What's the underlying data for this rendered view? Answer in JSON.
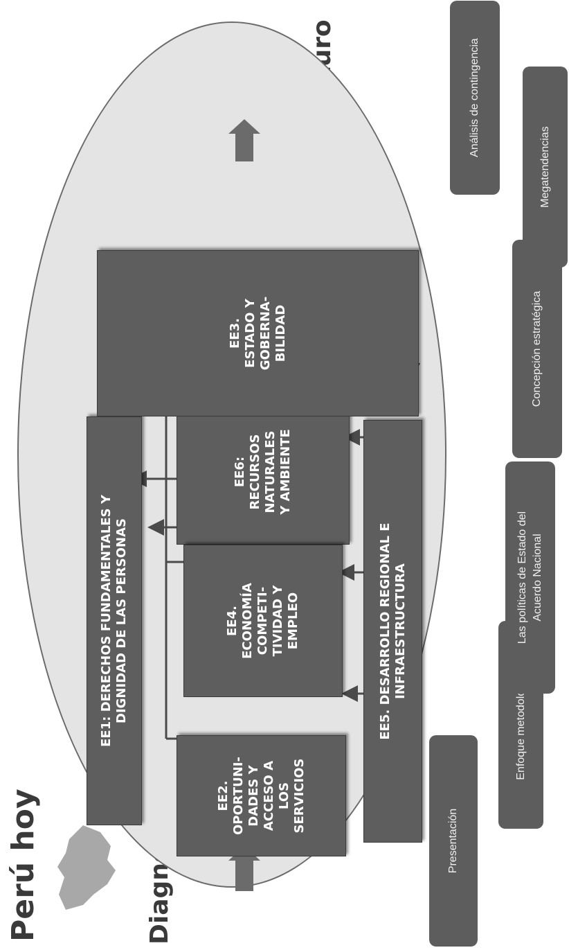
{
  "left": {
    "title": "Perú hoy",
    "subtitle": "Diagnóstico"
  },
  "right": {
    "title": "Perú 2021",
    "subtitle": "Visión de Futuro"
  },
  "boxes": {
    "ee1": "EE1: DERECHOS FUNDAMENTALES Y\nDIGNIDAD DE LAS PERSONAS",
    "ee2": "EE2.\nOPORTUNI-\nDADES Y\nACCESO A\nLOS\nSERVICIOS",
    "ee3": "EE3.\nESTADO Y\nGOBERNA-\nBILIDAD",
    "ee4": "EE4.\nECONOMÍA\nCOMPETI-\nTIVIDAD Y\nEMPLEO",
    "ee5": "EE5. DESARROLLO REGIONAL E\nINFRAESTRUCTURA",
    "ee6": "EE6:\nRECURSOS\nNATURALES\nY AMBIENTE"
  },
  "tabs": {
    "presentacion": "Presentación",
    "enfoque": "Enfoque metodológico",
    "politicas": "Las políticas de Estado del\nAcuerdo Nacional",
    "concepcion": "Concepción estratégica",
    "megatendencias": "Megatendencias",
    "contingencia": "Análisis de contingencia"
  },
  "colors": {
    "box": "#5e5e5e",
    "ellipse": "#e4e4e4",
    "arrow": "#6b6b6b",
    "map": "#a8a8a8",
    "pill": "#5d5d5d"
  }
}
